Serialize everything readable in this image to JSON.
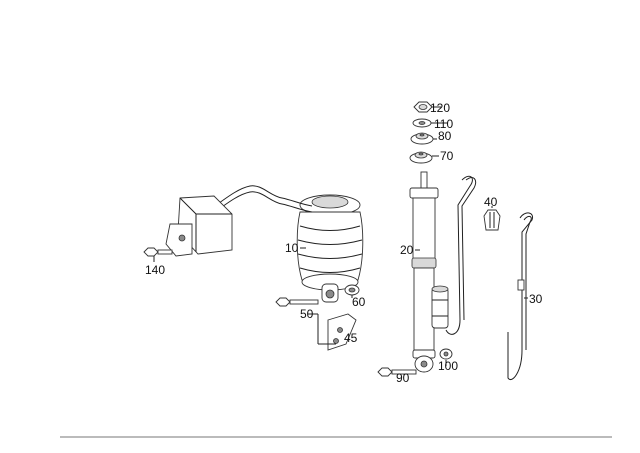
{
  "diagram": {
    "callouts": {
      "c120": "120",
      "c110": "110",
      "c80": "80",
      "c70": "70",
      "c40": "40",
      "c20": "20",
      "c10": "10",
      "c30": "30",
      "c140": "140",
      "c60": "60",
      "c50": "50",
      "c45": "45",
      "c100": "100",
      "c90": "90"
    }
  }
}
